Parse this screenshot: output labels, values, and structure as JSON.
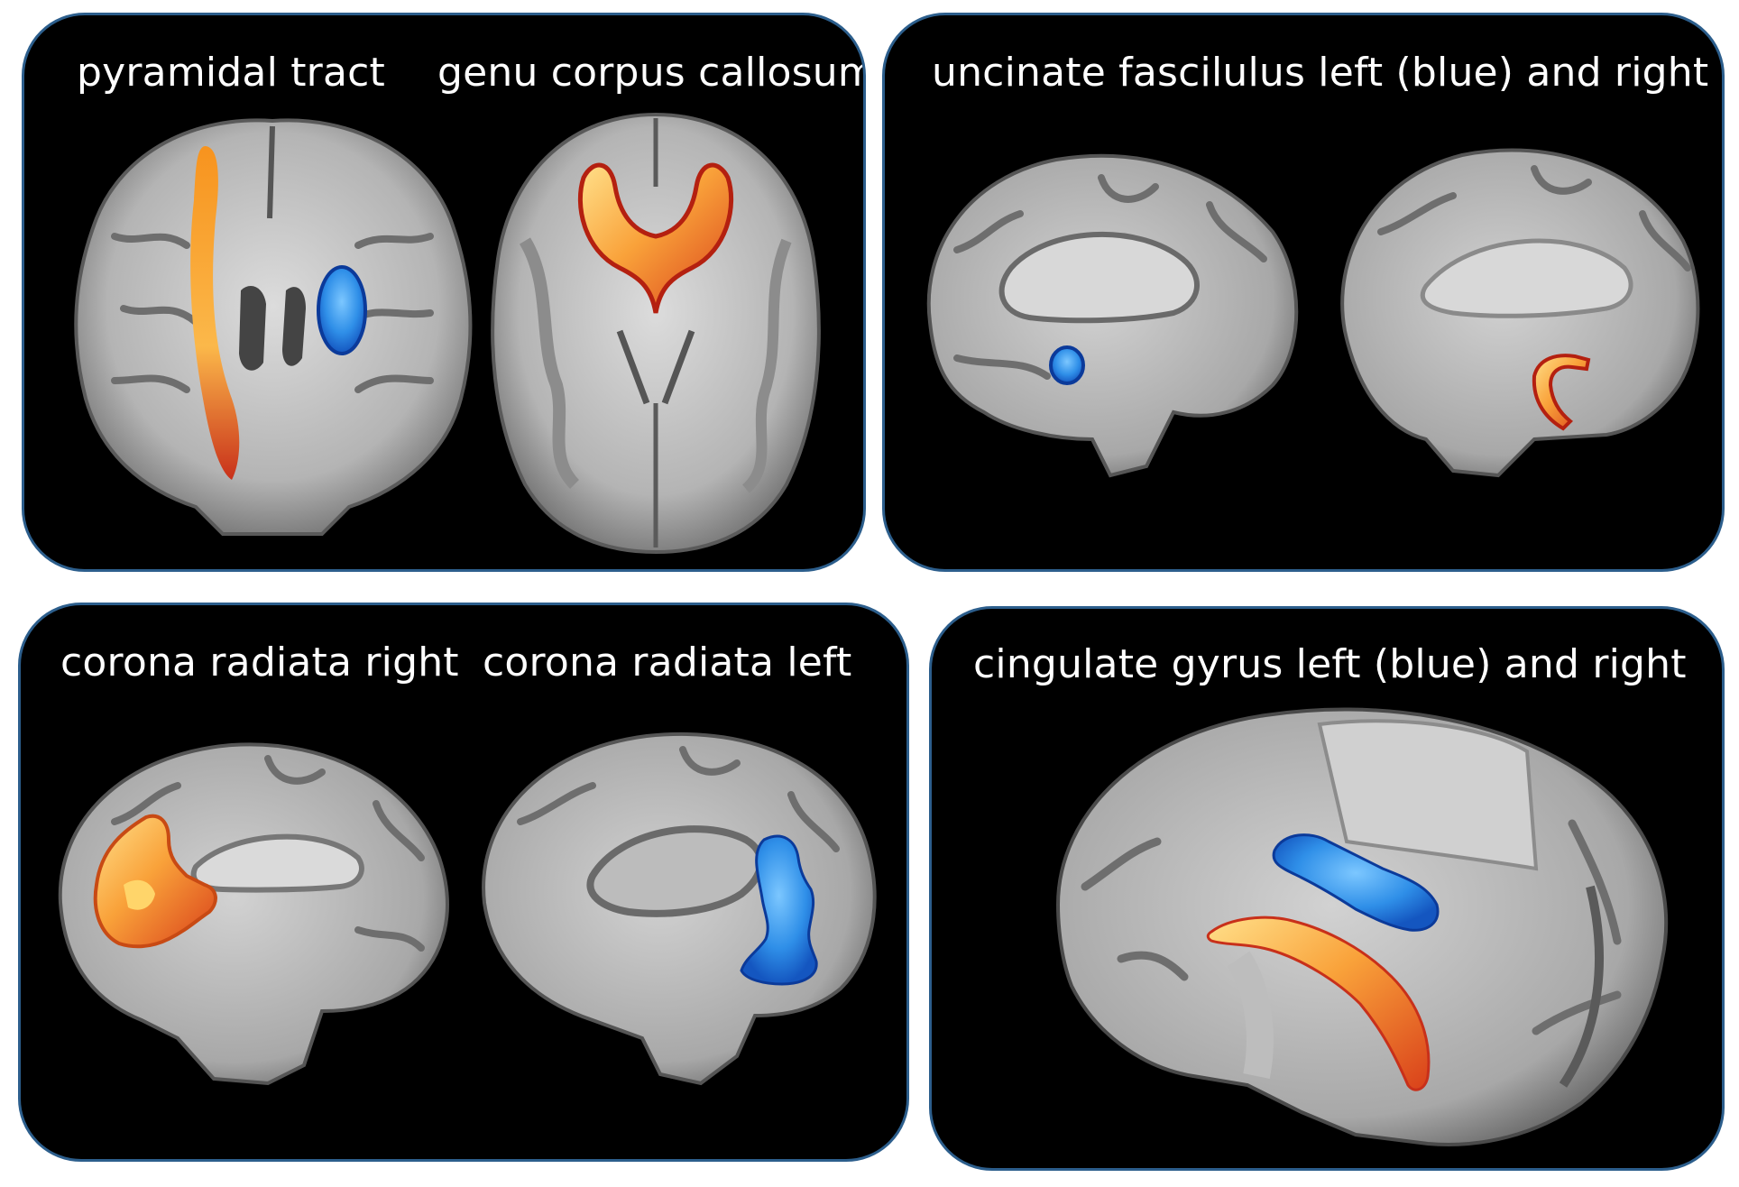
{
  "panels": {
    "top_left": {
      "labels": [
        "pyramidal tract",
        "genu corpus callosum"
      ]
    },
    "top_right": {
      "labels": [
        "uncinate fascilulus left (blue) and right"
      ]
    },
    "bottom_left": {
      "labels": [
        "corona radiata right",
        "corona radiata left"
      ]
    },
    "bottom_right": {
      "labels": [
        "cingulate gyrus left (blue) and right"
      ]
    }
  },
  "colors": {
    "panel_background": "#000000",
    "panel_border": "#2c5e8c",
    "tract_right": "#f7931e",
    "tract_left": "#2f8fe8",
    "brain_tissue": "#c8c8c8"
  }
}
